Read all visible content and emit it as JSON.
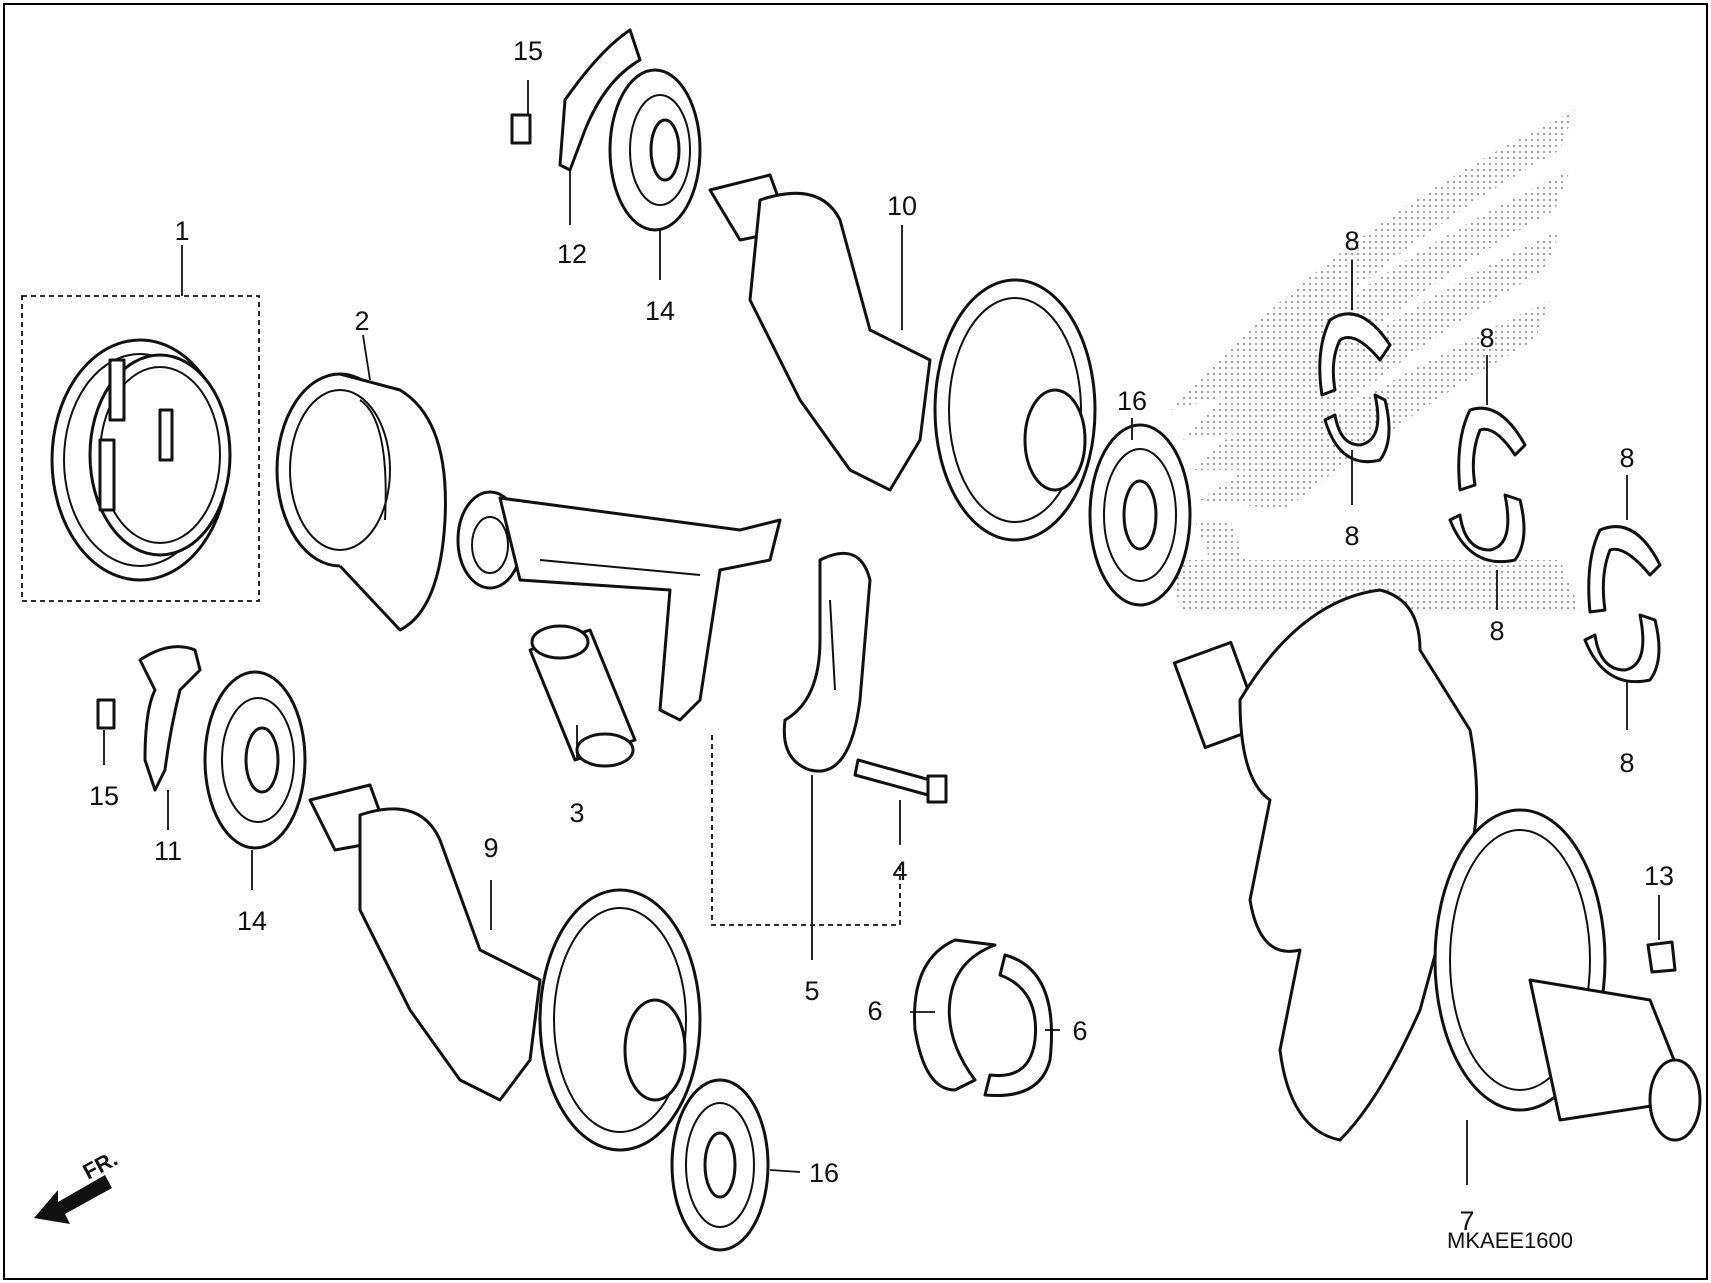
{
  "diagram": {
    "callouts": {
      "c1": "1",
      "c2": "2",
      "c3": "3",
      "c4": "4",
      "c5": "5",
      "c6a": "6",
      "c6b": "6",
      "c7": "7",
      "c8a": "8",
      "c8b": "8",
      "c8c": "8",
      "c8d": "8",
      "c8e": "8",
      "c8f": "8",
      "c9": "9",
      "c10": "10",
      "c11": "11",
      "c12": "12",
      "c13": "13",
      "c14a": "14",
      "c14b": "14",
      "c15a": "15",
      "c15b": "15",
      "c16a": "16",
      "c16b": "16"
    },
    "direction_label": "FR.",
    "diagram_code": "MKAEE1600"
  }
}
